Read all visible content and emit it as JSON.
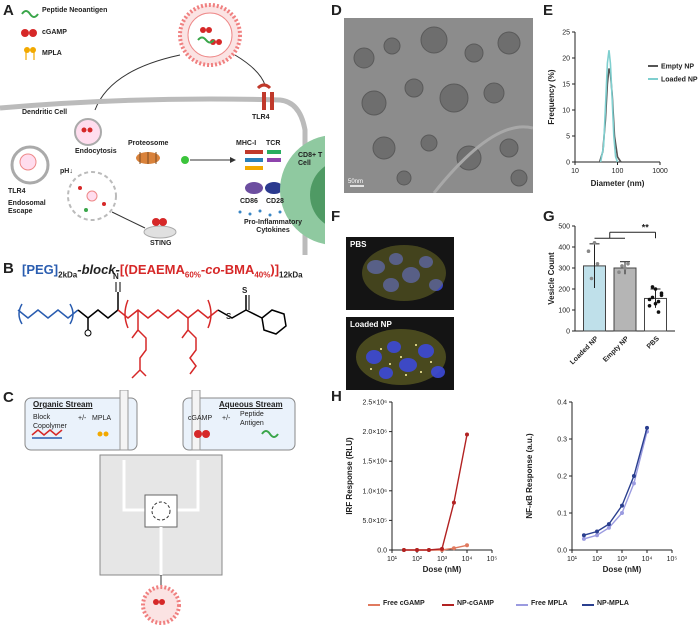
{
  "panels": {
    "A": "A",
    "B": "B",
    "C": "C",
    "D": "D",
    "E": "E",
    "F": "F",
    "G": "G",
    "H": "H"
  },
  "A": {
    "legend": {
      "peptide": "Peptide Neoantigen",
      "cgamp": "cGAMP",
      "mpla": "MPLA"
    },
    "dendritic_cell": "Dendritic Cell",
    "endocytosis": "Endocytosis",
    "tlr4_top": "TLR4",
    "tlr4_left": "TLR4",
    "ph": "pH↓",
    "endosomal_escape": "Endosomal Escape",
    "proteosome": "Proteosome",
    "sting": "STING",
    "mhc": "MHC-I",
    "tcr": "TCR",
    "cd86": "CD86",
    "cd28": "CD28",
    "cytokines": "Pro-Inflammatory Cytokines",
    "tcell": "CD8+ T Cell"
  },
  "B": {
    "formula_peg": "[PEG]",
    "formula_sub1": "2kDa",
    "formula_block": "-block-",
    "formula_rest": "[(DEAEMA",
    "sub60": "60%",
    "co": "-co-",
    "bma": "BMA",
    "sub40": "40%",
    "close": ")]",
    "sub12": "12kDa",
    "n_label": "N",
    "s_label": "S",
    "s2_label": "S"
  },
  "C": {
    "organic_title": "Organic Stream",
    "organic_block": "Block Copolymer",
    "organic_pm": "+/-",
    "organic_mpla": "MPLA",
    "aqueous_title": "Aqueous Stream",
    "aqueous_cgamp": "cGAMP",
    "aqueous_pm": "+/-",
    "aqueous_peptide": "Peptide Antigen"
  },
  "D": {
    "scale": "50nm"
  },
  "E": {
    "chart_data": {
      "type": "line",
      "xlabel": "Diameter (nm)",
      "ylabel": "Frequency (%)",
      "xscale": "log",
      "xlim": [
        10,
        1000
      ],
      "ylim": [
        0,
        25
      ],
      "xticks": [
        "10",
        "100",
        "1000"
      ],
      "yticks": [
        "0",
        "5",
        "10",
        "15",
        "20",
        "25"
      ],
      "legend": "top-right",
      "series": [
        {
          "name": "Empty NP",
          "color": "#555555",
          "x": [
            38,
            45,
            52,
            58,
            63,
            68,
            75,
            85,
            100,
            120
          ],
          "y": [
            0,
            2,
            8,
            15,
            18,
            17,
            13,
            5,
            1,
            0
          ]
        },
        {
          "name": "Loaded NP",
          "color": "#7fcfcf",
          "x": [
            40,
            47,
            53,
            58,
            63,
            68,
            75,
            82,
            90,
            100
          ],
          "y": [
            0,
            3,
            12,
            19,
            21.5,
            19,
            12,
            5,
            1,
            0
          ]
        }
      ]
    }
  },
  "F": {
    "pbs": "PBS",
    "loaded": "Loaded NP"
  },
  "G": {
    "chart_data": {
      "type": "bar",
      "ylabel": "Vesicle Count",
      "ylim": [
        0,
        500
      ],
      "yticks": [
        "0",
        "100",
        "200",
        "300",
        "400",
        "500"
      ],
      "categories": [
        "Loaded NP",
        "Empty NP",
        "PBS"
      ],
      "values": [
        310,
        300,
        155
      ],
      "errors": [
        105,
        30,
        45
      ],
      "colors": [
        "#bfe0ea",
        "#b5b5b5",
        "#ffffff"
      ],
      "significance": "**",
      "points": [
        [
          380,
          250,
          420,
          320
        ],
        [
          280,
          310,
          300,
          320
        ],
        [
          120,
          160,
          200,
          90,
          170,
          150,
          210,
          130,
          140,
          180
        ]
      ]
    }
  },
  "H1": {
    "chart_data": {
      "type": "line",
      "xlabel": "Dose (nM)",
      "ylabel": "IRF Response (RLU)",
      "xscale": "log",
      "xlim": [
        10,
        100000
      ],
      "ylim": [
        0,
        2500000
      ],
      "xticks": [
        "10¹",
        "10²",
        "10³",
        "10⁴",
        "10⁵"
      ],
      "yticks": [
        "0.0",
        "5.0×10⁵",
        "1.0×10⁶",
        "1.5×10⁶",
        "2.0×10⁶",
        "2.5×10⁶"
      ],
      "series": [
        {
          "name": "Free cGAMP",
          "color": "#e07a5f",
          "x": [
            30,
            100,
            300,
            1000,
            3000,
            10000
          ],
          "y": [
            0,
            0,
            0,
            0,
            30000,
            80000
          ]
        },
        {
          "name": "NP-cGAMP",
          "color": "#b22222",
          "x": [
            30,
            100,
            300,
            1000,
            3000,
            10000
          ],
          "y": [
            0,
            0,
            0,
            20000,
            800000,
            1950000
          ]
        }
      ]
    }
  },
  "H2": {
    "chart_data": {
      "type": "line",
      "xlabel": "Dose (nM)",
      "ylabel": "NF-κB Response (a.u.)",
      "xscale": "log",
      "xlim": [
        10,
        100000
      ],
      "ylim": [
        0,
        0.4
      ],
      "xticks": [
        "10¹",
        "10²",
        "10³",
        "10⁴",
        "10⁵"
      ],
      "yticks": [
        "0.0",
        "0.1",
        "0.2",
        "0.3",
        "0.4"
      ],
      "series": [
        {
          "name": "Free MPLA",
          "color": "#9b9be0",
          "x": [
            30,
            100,
            300,
            1000,
            3000,
            10000
          ],
          "y": [
            0.03,
            0.04,
            0.06,
            0.1,
            0.18,
            0.32
          ]
        },
        {
          "name": "NP-MPLA",
          "color": "#2a3f8f",
          "x": [
            30,
            100,
            300,
            1000,
            3000,
            10000
          ],
          "y": [
            0.04,
            0.05,
            0.07,
            0.12,
            0.2,
            0.33
          ]
        }
      ]
    }
  },
  "H_legend": [
    "Free cGAMP",
    "NP-cGAMP",
    "Free MPLA",
    "NP-MPLA"
  ],
  "colors": {
    "free_cgamp": "#e07a5f",
    "np_cgamp": "#b22222",
    "free_mpla": "#9b9be0",
    "np_mpla": "#2a3f8f"
  }
}
